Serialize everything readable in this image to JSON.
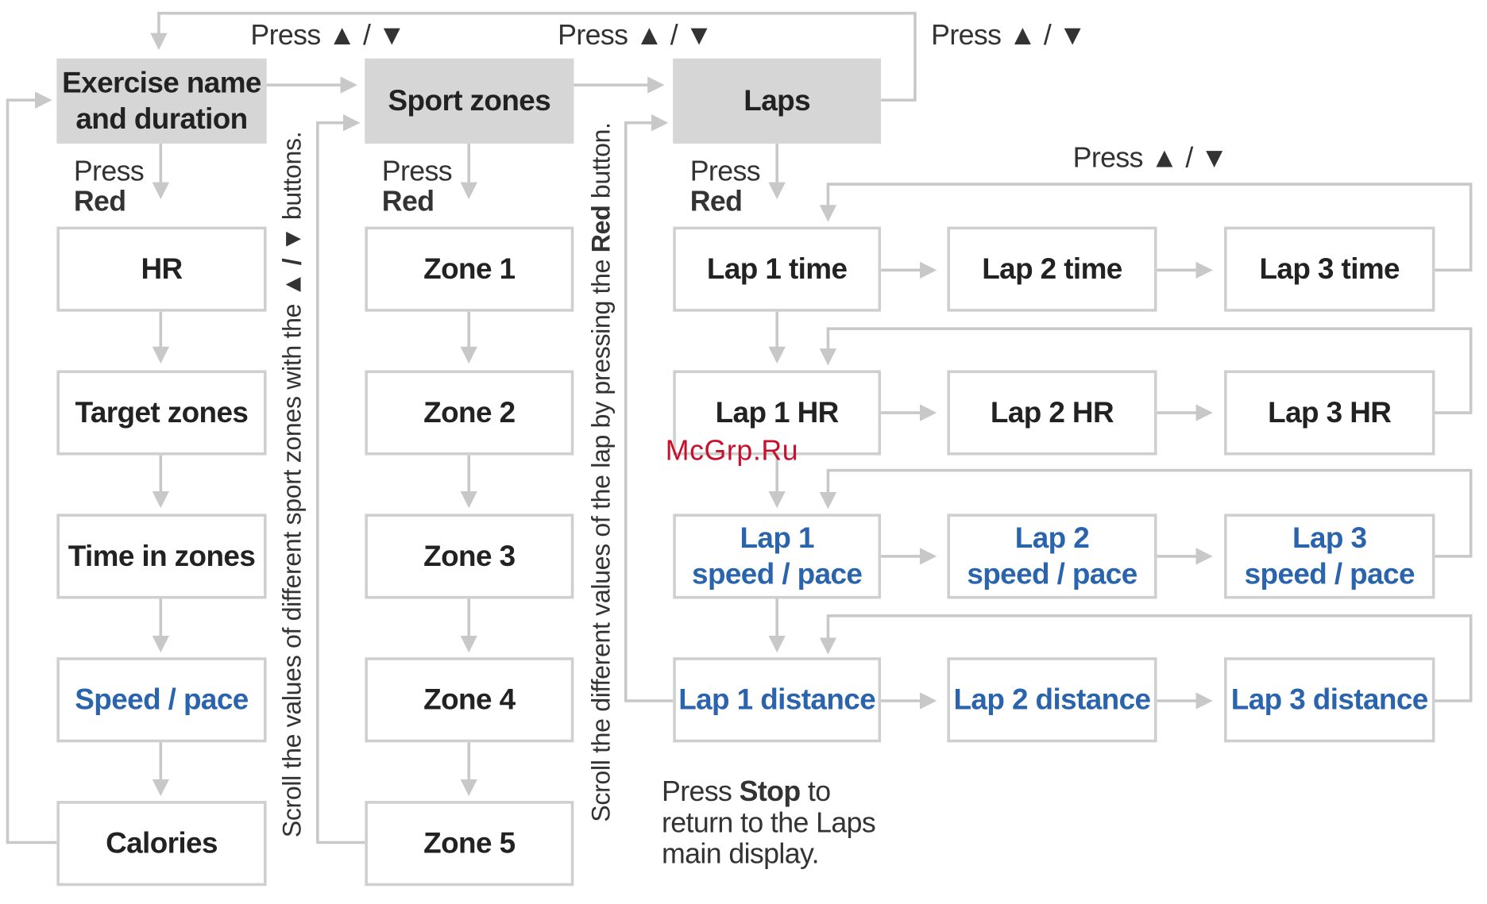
{
  "col1": {
    "header": [
      "Exercise name",
      "and duration"
    ],
    "press": "Press",
    "red": "Red",
    "items": [
      "HR",
      "Target zones",
      "Time in zones",
      "Speed / pace",
      "Calories"
    ]
  },
  "col2": {
    "header": "Sport zones",
    "press": "Press",
    "red": "Red",
    "items": [
      "Zone 1",
      "Zone 2",
      "Zone 3",
      "Zone 4",
      "Zone 5"
    ],
    "scroll_note_before": "Scroll the values of different sport zones with the ",
    "scroll_note_symbol": "▲ / ▼",
    "scroll_note_after": " buttons."
  },
  "col3": {
    "header": "Laps",
    "press": "Press",
    "red": "Red",
    "scroll_note_before": "Scroll the different values of the lap by pressing the ",
    "scroll_note_bold": "Red",
    "scroll_note_after": " button."
  },
  "press_up_down": "Press ▲ / ▼",
  "laps_grid": [
    [
      "Lap 1 time",
      "Lap 2 time",
      "Lap 3 time"
    ],
    [
      "Lap 1 HR",
      "Lap 2 HR",
      "Lap 3 HR"
    ],
    [
      [
        "Lap 1",
        "speed / pace"
      ],
      [
        "Lap 2",
        "speed / pace"
      ],
      [
        "Lap 3",
        "speed / pace"
      ]
    ],
    [
      "Lap 1 distance",
      "Lap 2 distance",
      "Lap 3 distance"
    ]
  ],
  "stop_note": {
    "before": "Press ",
    "bold": "Stop",
    "after": " to return to the Laps main display."
  },
  "watermark": "McGrp.Ru",
  "colors": {
    "header_fill": "#d6d6d6",
    "box_border": "#cfcfcf",
    "connector": "#c8c8c8",
    "text": "#222222",
    "highlight_blue": "#2a64ad",
    "watermark_red": "#c8102e"
  }
}
